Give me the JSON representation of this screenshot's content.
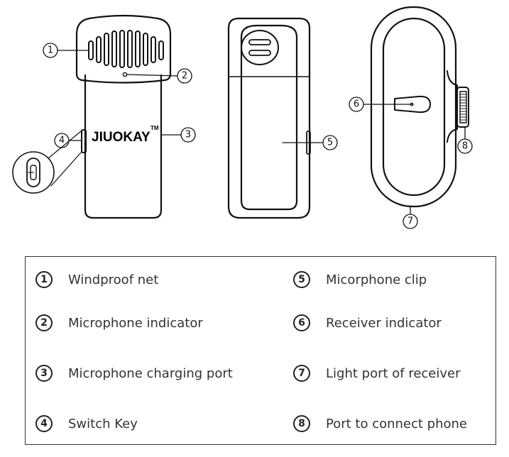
{
  "brand": {
    "name": "JIUOKAY",
    "trademark": "TM"
  },
  "callouts": [
    "1",
    "2",
    "3",
    "4",
    "5",
    "6",
    "7",
    "8"
  ],
  "legend": [
    {
      "num": "1",
      "label": "Windproof net"
    },
    {
      "num": "2",
      "label": "Microphone indicator"
    },
    {
      "num": "3",
      "label": "Microphone charging port"
    },
    {
      "num": "4",
      "label": "Switch Key"
    },
    {
      "num": "5",
      "label": "Micorphone clip"
    },
    {
      "num": "6",
      "label": "Receiver indicator"
    },
    {
      "num": "7",
      "label": "Light port of receiver"
    },
    {
      "num": "8",
      "label": "Port to connect phone"
    }
  ],
  "colors": {
    "line": "#111111",
    "text": "#333333"
  }
}
